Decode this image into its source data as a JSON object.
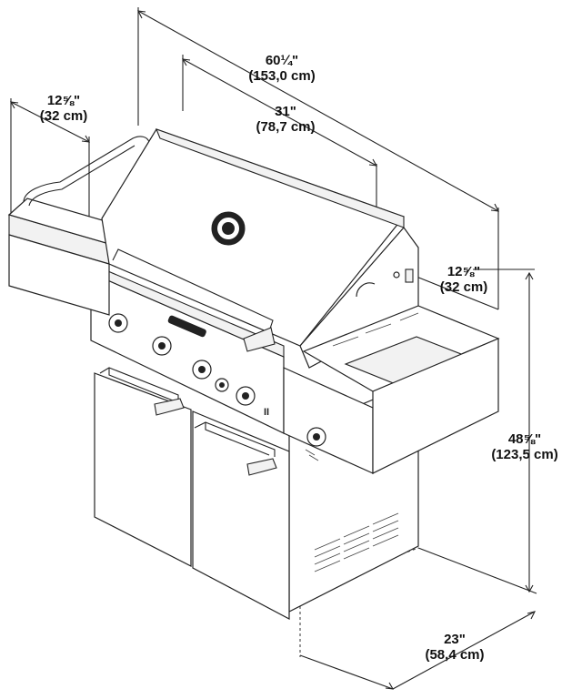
{
  "dimensions": {
    "total_width": {
      "inches": "60¼\"",
      "cm": "(153,0 cm)"
    },
    "grill_width": {
      "inches": "31\"",
      "cm": "(78,7 cm)"
    },
    "left_shelf": {
      "inches": "12⅝\"",
      "cm": "(32 cm)"
    },
    "right_shelf": {
      "inches": "12⅝\"",
      "cm": "(32 cm)"
    },
    "height": {
      "inches": "48⅝\"",
      "cm": "(123,5 cm)"
    },
    "depth": {
      "inches": "23\"",
      "cm": "(58,4 cm)"
    }
  },
  "colors": {
    "line": "#222222",
    "background": "#ffffff"
  },
  "icons": {
    "lid_badge": "brand-badge-icon",
    "control_label": "control-panel-nameplate-icon"
  }
}
